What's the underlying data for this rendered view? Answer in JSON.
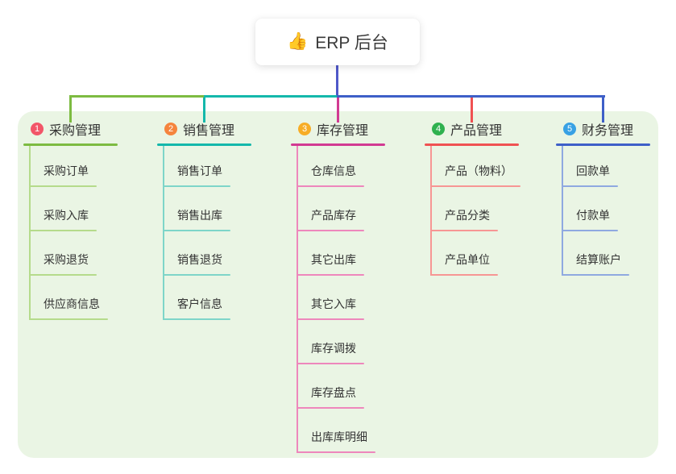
{
  "root": {
    "icon": "👍",
    "title": "ERP 后台"
  },
  "canvas": {
    "panel_color": "#EAF5E4",
    "background_color": "#FFFFFF"
  },
  "connectors": {
    "root_line_color": "#4F58C9",
    "segment_left_color": "#7DBB41",
    "segment_mid_color": "#14B8AB",
    "segment_right_color": "#3E5FC8"
  },
  "branches": [
    {
      "number": "1",
      "title": "采购管理",
      "badge_color": "#F25568",
      "line_color": "#7DBB41",
      "child_line_color": "#B5DB8B",
      "children": [
        "采购订单",
        "采购入库",
        "采购退货",
        "供应商信息"
      ]
    },
    {
      "number": "2",
      "title": "销售管理",
      "badge_color": "#F5843D",
      "line_color": "#14B8AB",
      "child_line_color": "#7ED5C9",
      "children": [
        "销售订单",
        "销售出库",
        "销售退货",
        "客户信息"
      ]
    },
    {
      "number": "3",
      "title": "库存管理",
      "badge_color": "#F7AD26",
      "line_color": "#D23A92",
      "child_line_color": "#EE87BC",
      "children": [
        "仓库信息",
        "产品库存",
        "其它出库",
        "其它入库",
        "库存调拨",
        "库存盘点",
        "出库库明细"
      ]
    },
    {
      "number": "4",
      "title": "产品管理",
      "badge_color": "#2FB14F",
      "line_color": "#F05152",
      "child_line_color": "#F79694",
      "children": [
        "产品（物料）",
        "产品分类",
        "产品单位"
      ]
    },
    {
      "number": "5",
      "title": "财务管理",
      "badge_color": "#38A1E4",
      "line_color": "#3E5FC8",
      "child_line_color": "#8FA9E0",
      "children": [
        "回款单",
        "付款单",
        "结算账户"
      ]
    }
  ]
}
